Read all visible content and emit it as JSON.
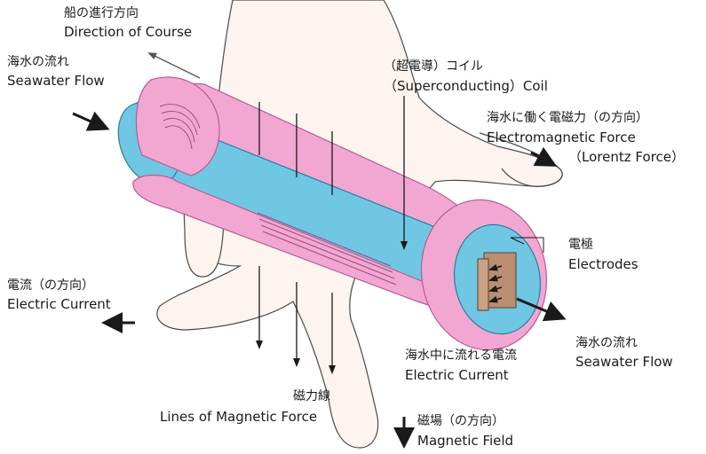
{
  "diagram": {
    "colors": {
      "hand_fill": "#fef4ef",
      "hand_outline": "#4a4a4a",
      "coil_pink": "#f2a7d2",
      "coil_pink_edge": "#b45d92",
      "tube_blue": "#6fc7e3",
      "tube_blue_edge": "#2d7c9a",
      "electrode": "#b98e72",
      "arrow": "#1a1a1a"
    },
    "icons": [
      "flow-in-arrow",
      "flow-out-arrow",
      "lorentz-arrow",
      "current-arrow",
      "field-arrow"
    ]
  },
  "labels": {
    "course_ja": "船の進行方向",
    "course_en": "Direction of Course",
    "flow_in_ja": "海水の流れ",
    "flow_in_en": "Seawater Flow",
    "coil_ja": "（超電導）コイル",
    "coil_en": "（Superconducting）Coil",
    "force_ja": "海水に働く電磁力（の方向）",
    "force_en1": "Electromagnetic Force",
    "force_en2": "（Lorentz Force）",
    "electrodes_ja": "電極",
    "electrodes_en": "Electrodes",
    "current_ja": "電流（の方向）",
    "current_en": "Electric Current",
    "flow_out_ja": "海水の流れ",
    "flow_out_en": "Seawater Flow",
    "seacurrent_ja": "海水中に流れる電流",
    "seacurrent_en": "Electric Current",
    "lines_ja": "磁力線",
    "lines_en": "Lines of Magnetic Force",
    "field_ja": "磁場（の方向）",
    "field_en": "Magnetic Field"
  }
}
